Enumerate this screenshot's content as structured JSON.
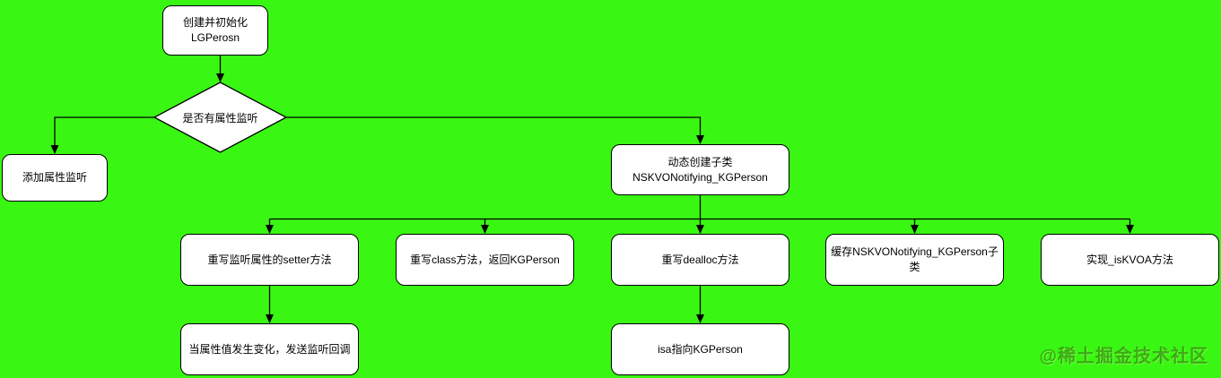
{
  "background_color": "#39F712",
  "nodes": {
    "start": {
      "label_line1": "创建并初始化",
      "label_line2": "LGPerosn"
    },
    "decision": {
      "label": "是否有属性监听"
    },
    "add_observer": {
      "label": "添加属性监听"
    },
    "create_subclass": {
      "label_line1": "动态创建子类",
      "label_line2": "NSKVONotifying_KGPerson"
    },
    "override_setter": {
      "label": "重写监听属性的setter方法"
    },
    "override_class": {
      "label": "重写class方法，返回KGPerson"
    },
    "override_dealloc": {
      "label": "重写dealloc方法"
    },
    "cache_subclass": {
      "label": "缓存NSKVONotifying_KGPerson子类"
    },
    "implement_iskvoa": {
      "label": "实现_isKVOA方法"
    },
    "property_changed": {
      "label": "当属性值发生变化，发送监听回调"
    },
    "isa_point": {
      "label": "isa指向KGPerson"
    }
  },
  "edges": [
    {
      "from": "start",
      "to": "decision"
    },
    {
      "from": "decision",
      "to": "add_observer"
    },
    {
      "from": "decision",
      "to": "create_subclass"
    },
    {
      "from": "create_subclass",
      "to": "override_setter"
    },
    {
      "from": "create_subclass",
      "to": "override_class"
    },
    {
      "from": "create_subclass",
      "to": "override_dealloc"
    },
    {
      "from": "create_subclass",
      "to": "cache_subclass"
    },
    {
      "from": "create_subclass",
      "to": "implement_iskvoa"
    },
    {
      "from": "override_setter",
      "to": "property_changed"
    },
    {
      "from": "override_dealloc",
      "to": "isa_point"
    }
  ],
  "watermark": "@稀土掘金技术社区"
}
